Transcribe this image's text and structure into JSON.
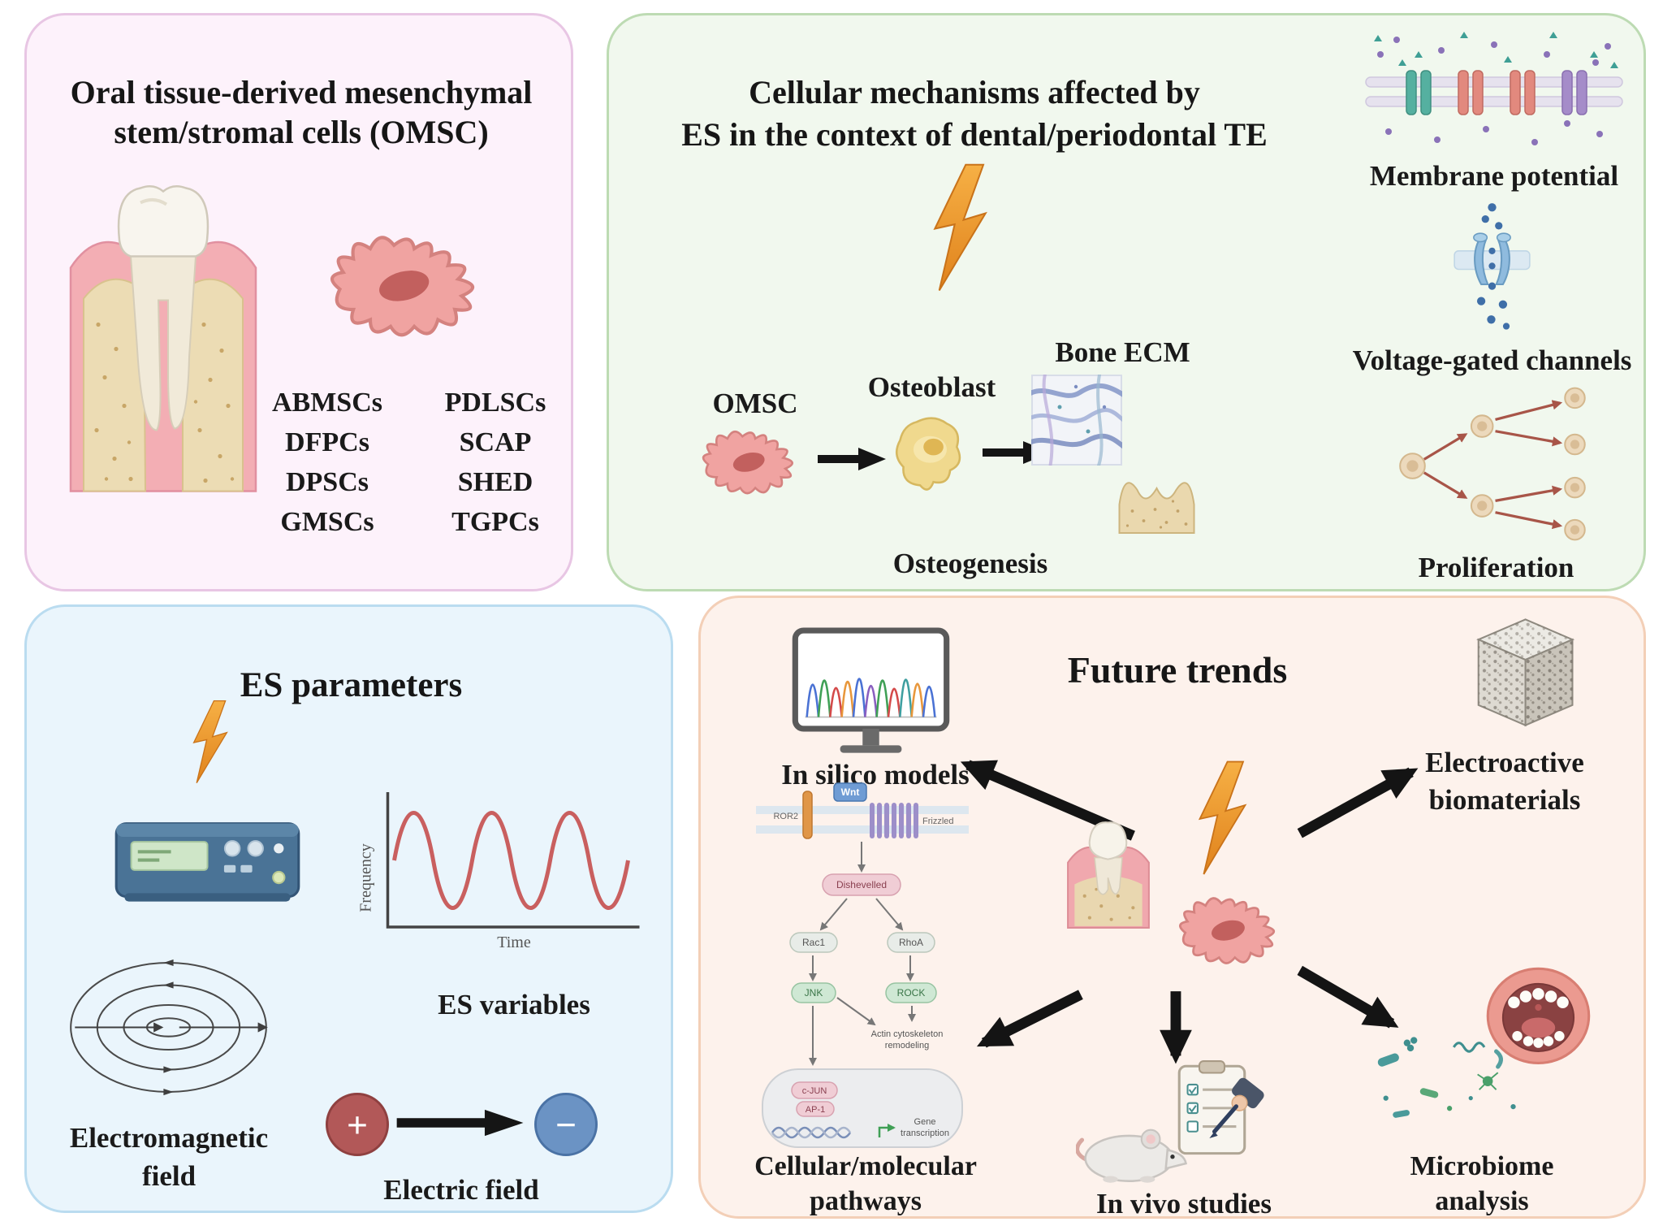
{
  "colors": {
    "omsc_panel_bg": "#fdf2fb",
    "omsc_panel_border": "#e8c6e4",
    "mechanisms_panel_bg": "#f1f8ee",
    "mechanisms_panel_border": "#bddbb3",
    "es_panel_bg": "#eaf5fc",
    "es_panel_border": "#badcf0",
    "future_panel_bg": "#fdf2ec",
    "future_panel_border": "#f3cfb7",
    "lightning_orange": "#f0962e",
    "stem_cell_pink": "#f0a3a1",
    "text_dark": "#1a1a1a"
  },
  "icons": {
    "tooth_cross_section": "tooth-in-gum-and-bone-icon",
    "stem_cell": "mesenchymal-stem-cell-icon",
    "lightning": "lightning-bolt-icon",
    "osteoblast": "osteoblast-cell-icon",
    "bone_ecm": "bone-ecm-matrix-icon",
    "alveolar_bone": "alveolar-bone-icon",
    "membrane": "cell-membrane-channels-icon",
    "voltage_channel": "voltage-gated-channel-icon",
    "proliferation_tree": "cell-proliferation-tree-icon",
    "stimulator": "electrical-stimulator-device-icon",
    "sine_wave": "sine-wave-graph-icon",
    "em_field": "electromagnetic-field-lines-icon",
    "monitor_chromatogram": "sequencing-monitor-icon",
    "porous_cube": "porous-biomaterial-cube-icon",
    "wnt_pathway": "wnt-signaling-pathway-icon",
    "mouse_clipboard": "lab-mouse-and-checklist-icon",
    "mouth_microbes": "oral-microbiome-icon"
  },
  "omsc_panel": {
    "title_line1": "Oral tissue-derived mesenchymal",
    "title_line2": "stem/stromal cells (OMSC)",
    "cells_col1": [
      "ABMSCs",
      "DFPCs",
      "DPSCs",
      "GMSCs"
    ],
    "cells_col2": [
      "PDLSCs",
      "SCAP",
      "SHED",
      "TGPCs"
    ]
  },
  "mechanisms_panel": {
    "title_line1": "Cellular mechanisms affected by",
    "title_line2": "ES in the context of dental/periodontal TE",
    "omsc_label": "OMSC",
    "osteoblast_label": "Osteoblast",
    "bone_ecm_label": "Bone ECM",
    "osteogenesis_label": "Osteogenesis",
    "membrane_potential_label": "Membrane potential",
    "voltage_gated_label": "Voltage-gated channels",
    "proliferation_label": "Proliferation"
  },
  "es_panel": {
    "title": "ES parameters",
    "axis_y_label": "Frequency",
    "axis_x_label": "Time",
    "es_variables_label": "ES variables",
    "electromagnetic_label_line1": "Electromagnetic",
    "electromagnetic_label_line2": "field",
    "electric_field_label": "Electric field",
    "plus_sign": "+",
    "minus_sign": "−"
  },
  "future_panel": {
    "title": "Future trends",
    "in_silico_label": "In silico models",
    "electroactive_label_line1": "Electroactive",
    "electroactive_label_line2": "biomaterials",
    "pathways_label_line1": "Cellular/molecular",
    "pathways_label_line2": "pathways",
    "in_vivo_label": "In vivo studies",
    "microbiome_label_line1": "Microbiome",
    "microbiome_label_line2": "analysis",
    "pathway": {
      "wnt": "Wnt",
      "ror2": "ROR2",
      "frizzled": "Frizzled",
      "dishevelled": "Dishevelled",
      "rac1": "Rac1",
      "rhoa": "RhoA",
      "jnk": "JNK",
      "rock": "ROCK",
      "actin_line1": "Actin cytoskeleton",
      "actin_line2": "remodeling",
      "cjun": "c-JUN",
      "ap1": "AP-1",
      "gene_line1": "Gene",
      "gene_line2": "transcription"
    }
  }
}
